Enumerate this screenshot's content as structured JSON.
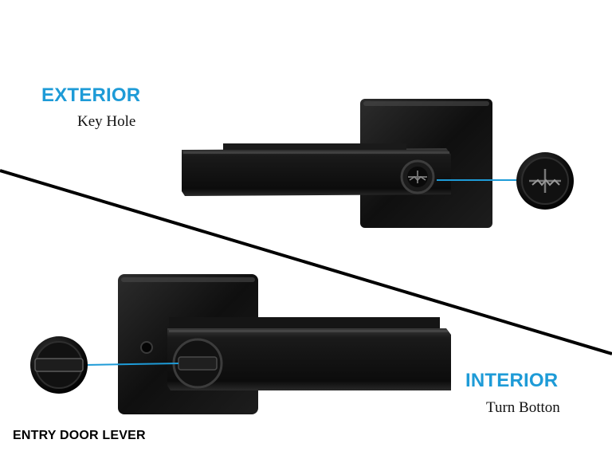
{
  "exterior": {
    "heading": "EXTERIOR",
    "sub": "Key Hole"
  },
  "interior": {
    "heading": "INTERIOR",
    "sub": "Turn Botton"
  },
  "footer": {
    "title": "ENTRY DOOR LEVER"
  },
  "colors": {
    "accent": "#1e9bd7",
    "hardware": "#111111",
    "divider": "#000000"
  },
  "icons": {
    "exterior_detail": "key-cylinder-icon",
    "interior_detail": "thumb-turn-icon"
  }
}
